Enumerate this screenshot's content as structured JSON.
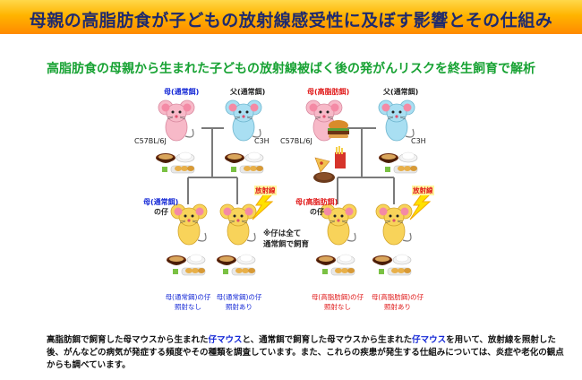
{
  "header": {
    "title": "母親の高脂肪食が子どもの放射線感受性に及ぼす影響とその仕組み"
  },
  "subtitle": "高脂肪食の母親から生まれた子どもの放射線被ばく後の発がんリスクを終生飼育で解析",
  "parents": {
    "mother_normal": "母(通常餌)",
    "father_left": "父(通常餌)",
    "mother_highfat": "母(高脂肪餌)",
    "father_right": "父(通常餌)",
    "strain_c57": "C57BL/6J",
    "strain_c3h": "C3H"
  },
  "offspring": {
    "normal_pup_label_line1": "母(通常餌)",
    "normal_pup_label_line2": "の仔",
    "highfat_pup_label_line1": "母(高脂肪餌)",
    "highfat_pup_label_line2": "の仔",
    "radiation_label": "放射線",
    "note_line1": "※仔は全て",
    "note_line2": "通常餌で飼育"
  },
  "captions": [
    {
      "line1": "母(通常餌)の仔",
      "line2": "照射なし",
      "color": "#1428d6"
    },
    {
      "line1": "母(通常餌)の仔",
      "line2": "照射あり",
      "color": "#1428d6"
    },
    {
      "line1": "母(高脂肪餌)の仔",
      "line2": "照射なし",
      "color": "#e01818"
    },
    {
      "line1": "母(高脂肪餌)の仔",
      "line2": "照射あり",
      "color": "#e01818"
    }
  ],
  "footer": {
    "p1": "高脂肪餌で飼育した母マウスから生まれた",
    "hl1": "仔マウス",
    "p2": "と、通常餌で飼育した母マウスから生まれた",
    "hl2": "仔マウス",
    "p3": "を用いて、放射線を照射した後、がんなどの病気が発症する頻度やその種類を調査しています。また、これらの疾患が発生する仕組みについては、炎症や老化の観点からも調べています。"
  },
  "colors": {
    "mouse_pink": "#f7b9c8",
    "mouse_blue": "#a9dff2",
    "mouse_yellow": "#f8d35a",
    "title_navy": "#1e2a6e",
    "subtitle_green": "#17a233"
  }
}
